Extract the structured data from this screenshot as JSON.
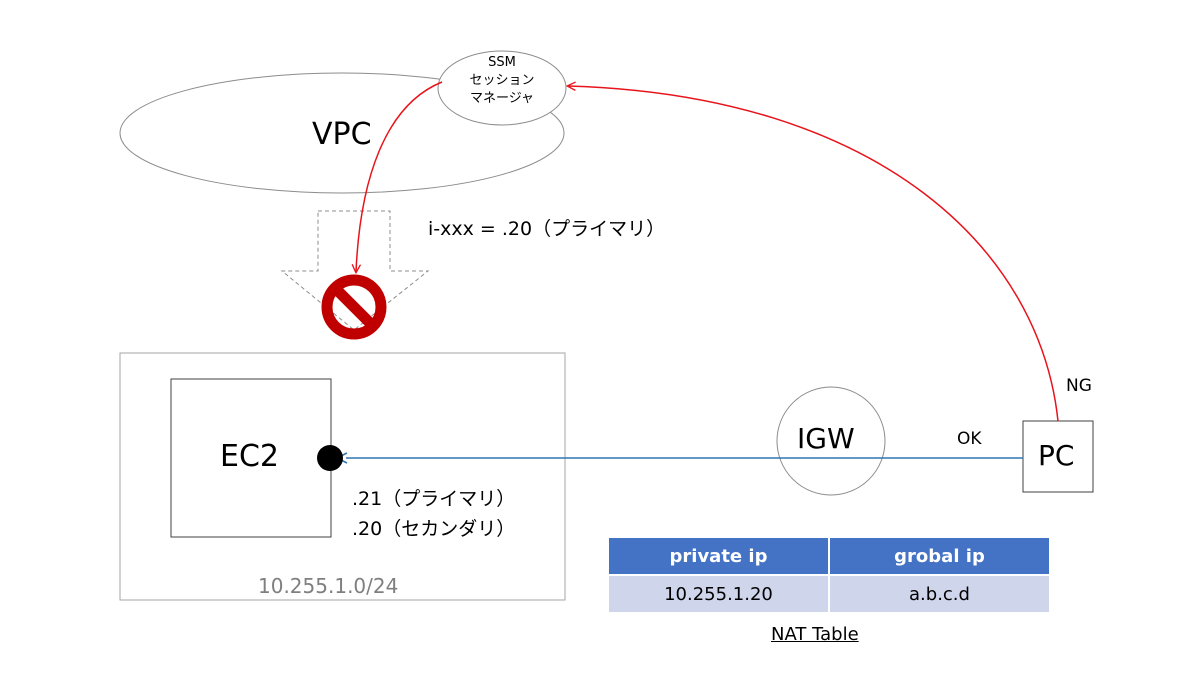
{
  "vpc": {
    "label": "VPC"
  },
  "ssm": {
    "lines": [
      "SSM",
      "セッション",
      "マネージャ"
    ]
  },
  "instance_id_note": "i-xxx = .20（プライマリ）",
  "ec2": {
    "label": "EC2",
    "ip_primary": ".21（プライマリ）",
    "ip_secondary": ".20（セカンダリ）"
  },
  "subnet": {
    "cidr": "10.255.1.0/24"
  },
  "igw": {
    "label": "IGW"
  },
  "pc": {
    "label": "PC"
  },
  "paths": {
    "ok_label": "OK",
    "ng_label": "NG"
  },
  "nat_table": {
    "headers": [
      "private ip",
      "grobal ip"
    ],
    "rows": [
      [
        "10.255.1.20",
        "a.b.c.d"
      ]
    ],
    "caption": "NAT Table"
  },
  "colors": {
    "ng_arrow": "#e8141b",
    "ok_arrow": "#2e75b6",
    "prohibited_sign": "#c00000",
    "table_header": "#4472c4",
    "table_row": "#cfd5ea"
  }
}
